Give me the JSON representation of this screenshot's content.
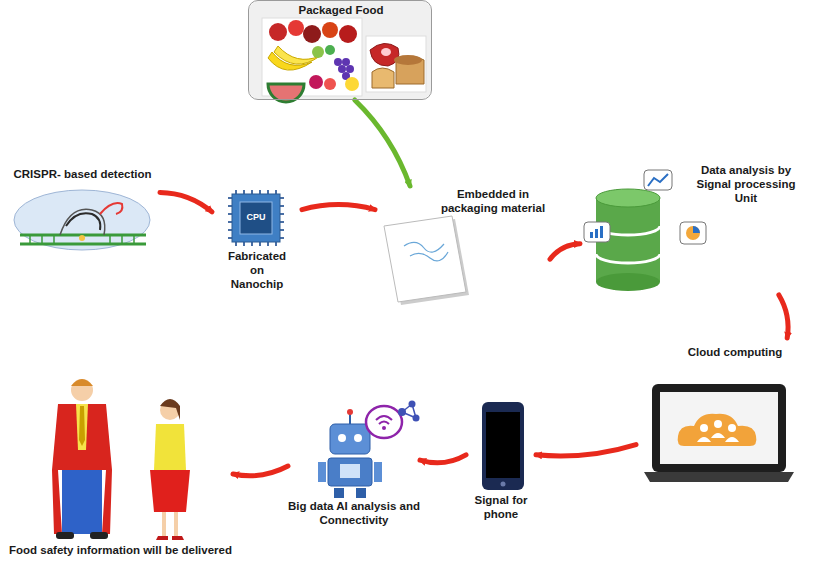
{
  "diagram": {
    "nodes": [
      {
        "text": [
          "Packaged Food"
        ]
      },
      {
        "text": [
          "CRISPR- based detection"
        ]
      },
      {
        "text": [
          "Fabricated on Nanochip"
        ]
      },
      {
        "text": [
          "Embedded in packaging material"
        ]
      },
      {
        "text": [
          "Data analysis by Signal processing Unit"
        ]
      },
      {
        "text": [
          "Cloud computing"
        ]
      },
      {
        "text": [
          "Signal for phone"
        ]
      },
      {
        "text": [
          "Big data AI analysis and Connectivity"
        ]
      },
      {
        "text": [
          "Food safety information will be delivered"
        ]
      }
    ],
    "edges": [
      {
        "from": 1,
        "to": 2,
        "arrow": "to"
      },
      {
        "from": 2,
        "to": 3,
        "arrow": "to"
      },
      {
        "from": 0,
        "to": 3,
        "arrow": "to"
      },
      {
        "from": 3,
        "to": 4,
        "arrow": "to"
      },
      {
        "from": 4,
        "to": 5,
        "arrow": "to"
      },
      {
        "from": 5,
        "to": 6,
        "arrow": "to"
      },
      {
        "from": 6,
        "to": 7,
        "arrow": "to"
      },
      {
        "from": 7,
        "to": 8,
        "arrow": "to"
      }
    ],
    "labels": [
      "CPU"
    ]
  }
}
